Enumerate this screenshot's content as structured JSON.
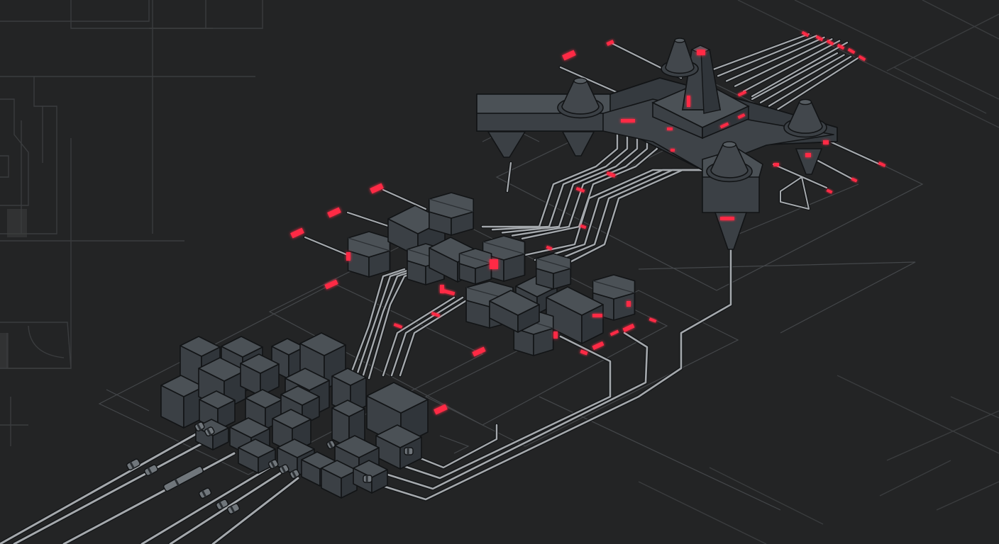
{
  "scene": {
    "description_kind": "isometric-infrastructure-illustration",
    "colors": {
      "background": "#232425",
      "grid_line": "#3a3c3e",
      "floor_outline": "#4a4c4e",
      "block_top": "#4b5156",
      "block_left": "#3b4045",
      "block_right": "#30353a",
      "edge": "#121416",
      "cable": "#9a9ea2",
      "indicator": "#ff2a44"
    },
    "clusters": [
      {
        "name": "server-block-cluster",
        "block_count": 24
      },
      {
        "name": "hex-module-cluster-upper",
        "module_count": 10
      },
      {
        "name": "hex-module-cluster-lower",
        "module_count": 8
      },
      {
        "name": "tower-hub",
        "cone_count": 5
      }
    ],
    "status_lights_color": "red",
    "cable_bundles": 4
  }
}
